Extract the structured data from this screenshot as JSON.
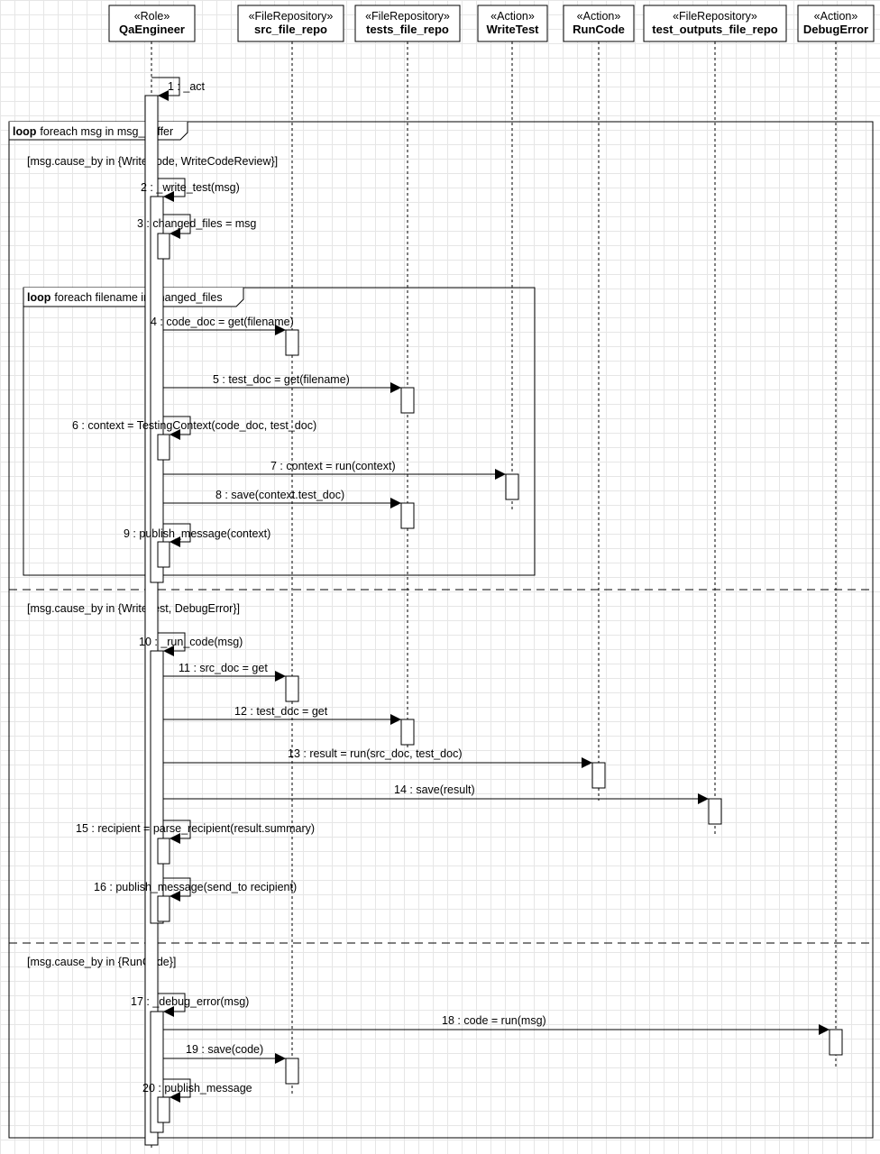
{
  "participants": [
    {
      "id": "qa",
      "stereotype": "«Role»",
      "name": "QaEngineer"
    },
    {
      "id": "src",
      "stereotype": "«FileRepository»",
      "name": "src_file_repo"
    },
    {
      "id": "tests",
      "stereotype": "«FileRepository»",
      "name": "tests_file_repo"
    },
    {
      "id": "writetest",
      "stereotype": "«Action»",
      "name": "WriteTest"
    },
    {
      "id": "runcode",
      "stereotype": "«Action»",
      "name": "RunCode"
    },
    {
      "id": "outputs",
      "stereotype": "«FileRepository»",
      "name": "test_outputs_file_repo"
    },
    {
      "id": "debug",
      "stereotype": "«Action»",
      "name": "DebugError"
    }
  ],
  "fragments": [
    {
      "id": "outer",
      "keyword": "loop",
      "condition": "foreach msg in msg_buffer"
    },
    {
      "id": "inner",
      "keyword": "loop",
      "condition": "foreach filename in changed_files"
    }
  ],
  "guards": [
    "[msg.cause_by in {WriteCode, WriteCodeReview}]",
    "[msg.cause_by in {WriteTest, DebugError}]",
    "[msg.cause_by in {RunCode}]"
  ],
  "messages": [
    {
      "from": "qa",
      "to": "qa",
      "label": "1 : _act"
    },
    {
      "from": "qa",
      "to": "qa",
      "label": "2 : _write_test(msg)"
    },
    {
      "from": "qa",
      "to": "qa",
      "label": "3 : changed_files = msg"
    },
    {
      "from": "qa",
      "to": "src",
      "label": "4 : code_doc = get(filename)"
    },
    {
      "from": "qa",
      "to": "tests",
      "label": "5 : test_doc = get(filename)"
    },
    {
      "from": "qa",
      "to": "qa",
      "label": "6 : context = TestingContext(code_doc, test_doc)"
    },
    {
      "from": "qa",
      "to": "writetest",
      "label": "7 : context = run(context)"
    },
    {
      "from": "qa",
      "to": "tests",
      "label": "8 : save(context.test_doc)"
    },
    {
      "from": "qa",
      "to": "qa",
      "label": "9 : publish_message(context)"
    },
    {
      "from": "qa",
      "to": "qa",
      "label": "10 : _run_code(msg)"
    },
    {
      "from": "qa",
      "to": "src",
      "label": "11 : src_doc = get"
    },
    {
      "from": "qa",
      "to": "tests",
      "label": "12 : test_doc = get"
    },
    {
      "from": "qa",
      "to": "runcode",
      "label": "13 : result = run(src_doc, test_doc)"
    },
    {
      "from": "qa",
      "to": "outputs",
      "label": "14 : save(result)"
    },
    {
      "from": "qa",
      "to": "qa",
      "label": "15 : recipient = parse_recipient(result.summary)"
    },
    {
      "from": "qa",
      "to": "qa",
      "label": "16 : publish_message(send_to recipient)"
    },
    {
      "from": "qa",
      "to": "qa",
      "label": "17 : _debug_error(msg)"
    },
    {
      "from": "qa",
      "to": "debug",
      "label": "18 : code = run(msg)"
    },
    {
      "from": "qa",
      "to": "src",
      "label": "19 : save(code)"
    },
    {
      "from": "qa",
      "to": "qa",
      "label": "20 : publish_message"
    }
  ]
}
